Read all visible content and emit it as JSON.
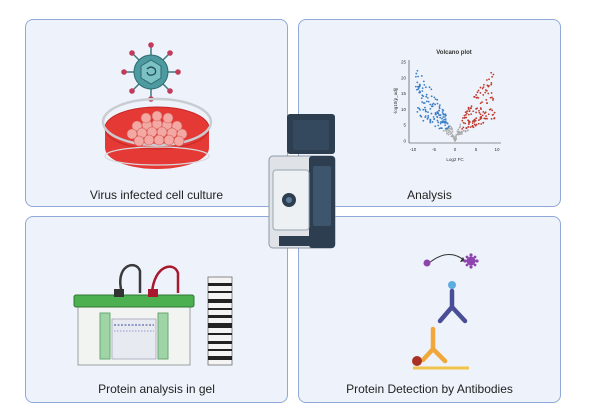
{
  "panels": {
    "top_left": {
      "caption": "Virus infected cell culture"
    },
    "top_right": {
      "caption": "Analysis"
    },
    "bottom_left": {
      "caption": "Protein analysis in gel"
    },
    "bottom_right": {
      "caption": "Protein Detection by Antibodies"
    }
  },
  "volcano": {
    "title": "Volcano plot",
    "xlabel": "Log2 FC",
    "ylabel": "-log10(p_adj)",
    "x_ticks": [
      "-10",
      "-5",
      "0",
      "5",
      "10"
    ],
    "y_ticks": [
      "0",
      "5",
      "10",
      "15",
      "20",
      "25"
    ],
    "colors": {
      "down": "#3b7dc4",
      "up": "#c0392b",
      "ns": "#aaaaaa"
    }
  },
  "icons": [
    "virus-icon",
    "petri-dish-icon",
    "mass-spectrometer-icon",
    "gel-electrophoresis-icon",
    "antibody-icon"
  ]
}
